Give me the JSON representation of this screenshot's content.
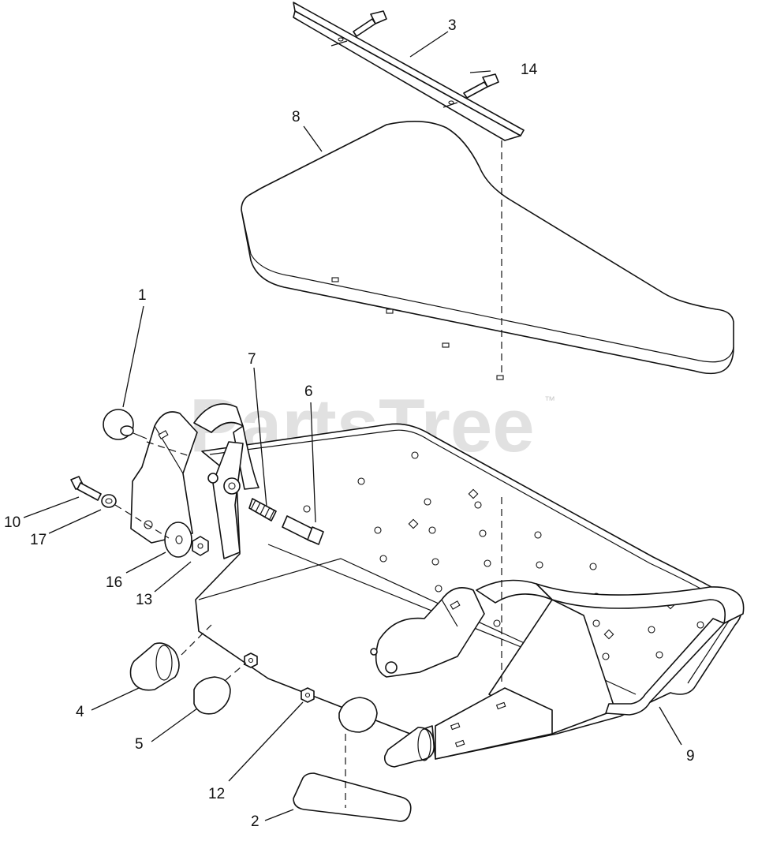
{
  "watermark": {
    "brand": "PartsTree",
    "trademark": "™"
  },
  "callouts": {
    "c1": "1",
    "c2": "2",
    "c3": "3",
    "c4": "4",
    "c5": "5",
    "c6": "6",
    "c7": "7",
    "c8": "8",
    "c9": "9",
    "c10": "10",
    "c12": "12",
    "c13": "13",
    "c14": "14",
    "c16": "16",
    "c17": "17"
  }
}
